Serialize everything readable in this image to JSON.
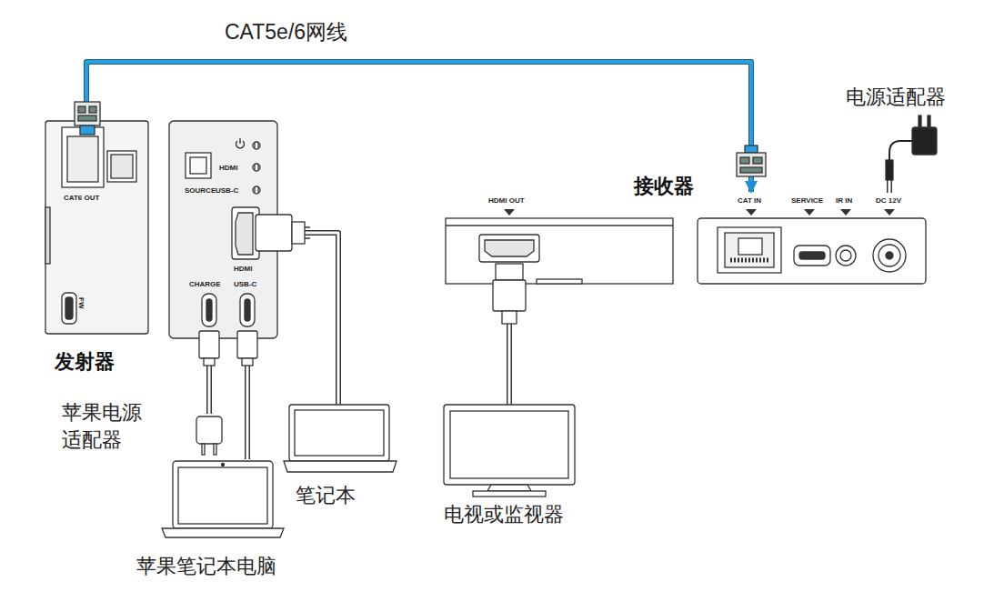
{
  "diagram": {
    "nodes": [
      {
        "text": [
          "CAT6 OUT",
          "FW",
          "发射器"
        ]
      },
      {
        "text": [
          "HDMI",
          "USB-C",
          "SOURCE",
          "HDMI",
          "CHARGE",
          "USB-C"
        ]
      },
      {
        "text": [
          "HDMI OUT"
        ]
      },
      {
        "text": [
          "接收器",
          "CAT IN",
          "SERVICE",
          "IR IN",
          "DC 12V"
        ]
      },
      {
        "text": [
          "苹果电源 适配器"
        ]
      },
      {
        "text": [
          "苹果笔记本电脑"
        ]
      },
      {
        "text": [
          "笔记本"
        ]
      },
      {
        "text": [
          "电视或监视器"
        ]
      },
      {
        "text": [
          "电源适配器"
        ]
      }
    ],
    "edges": [
      {
        "from": 0,
        "to": 3,
        "label": "CAT5e/6网线",
        "arrow": "to"
      },
      {
        "from": 1,
        "to": 4,
        "arrow": "none"
      },
      {
        "from": 1,
        "to": 5,
        "arrow": "none"
      },
      {
        "from": 1,
        "to": 6,
        "arrow": "none"
      },
      {
        "from": 2,
        "to": 7,
        "arrow": "none"
      },
      {
        "from": 8,
        "to": 3,
        "arrow": "none"
      }
    ]
  }
}
